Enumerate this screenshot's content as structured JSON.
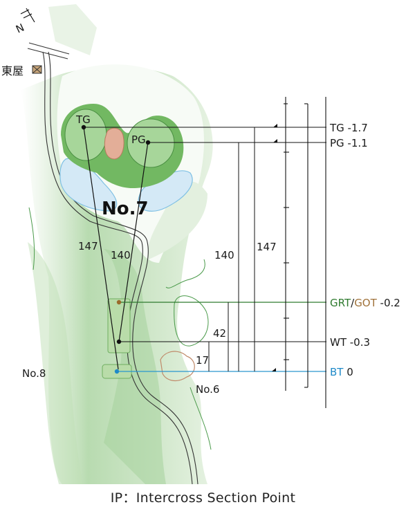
{
  "hole": "No.7",
  "neighbor_holes": {
    "left": "No.8",
    "right": "No.6"
  },
  "landmark": "東屋",
  "north_mark": "N",
  "markers": {
    "tg": "TG",
    "pg": "PG"
  },
  "distances_diagonal": {
    "tg": "147",
    "pg": "140"
  },
  "distances_vertical": {
    "pg": "140",
    "tg": "147",
    "wt": "42",
    "bt": "17"
  },
  "elevations": [
    {
      "parts": [
        {
          "text": "TG -1.7",
          "color": "#1a1a1a"
        }
      ]
    },
    {
      "parts": [
        {
          "text": "PG -1.1",
          "color": "#1a1a1a"
        }
      ]
    },
    {
      "parts": [
        {
          "text": "GRT",
          "color": "#2e7a2e"
        },
        {
          "text": "/",
          "color": "#1a1a1a"
        },
        {
          "text": "GOT",
          "color": "#a0723a"
        },
        {
          "text": " -0.2",
          "color": "#1a1a1a"
        }
      ]
    },
    {
      "parts": [
        {
          "text": "WT -0.3",
          "color": "#1a1a1a"
        }
      ]
    },
    {
      "parts": [
        {
          "text": "BT",
          "color": "#1f8ac8"
        },
        {
          "text": " 0",
          "color": "#1a1a1a"
        }
      ]
    }
  ],
  "caption": "IP：Intercross Section Point",
  "colors": {
    "rough_light": "#e3efdf",
    "fairway": "#8dca80",
    "green": "#72b862",
    "green_inner": "#a7d69a",
    "bunker": "#e3ae98",
    "water": "#d4e9f6",
    "tee": "#b9dca9",
    "bt_line": "#2a96cf",
    "grt_line": "#2e7a2e"
  }
}
